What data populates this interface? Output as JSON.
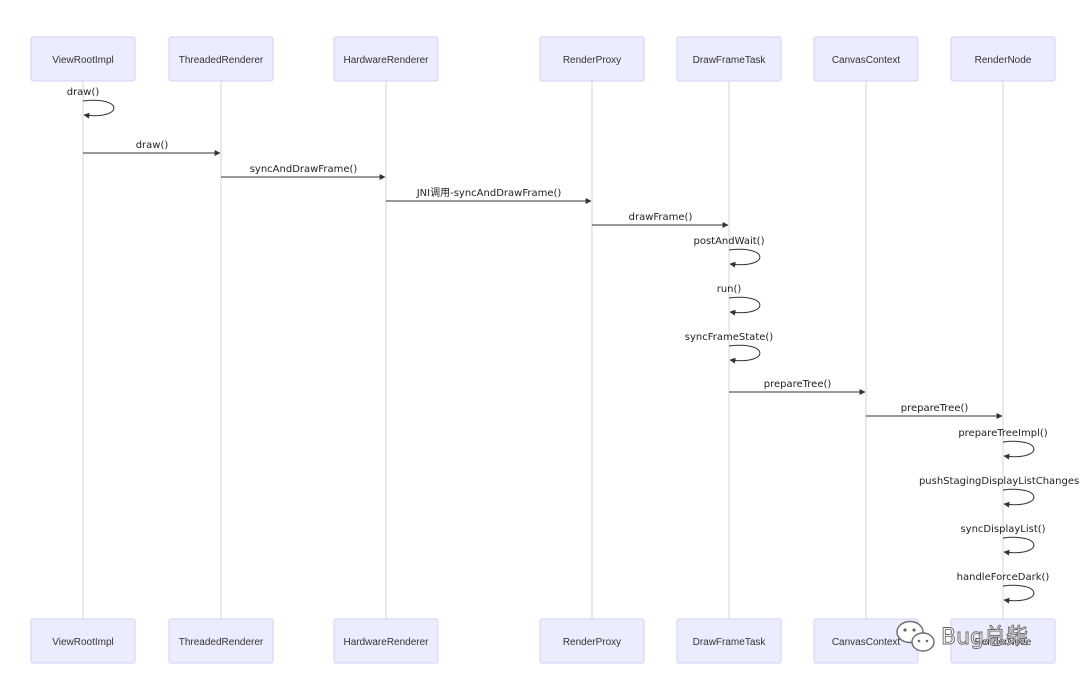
{
  "participants": [
    "ViewRootImpl",
    "ThreadedRenderer",
    "HardwareRenderer",
    "RenderProxy",
    "DrawFrameTask",
    "CanvasContext",
    "RenderNode"
  ],
  "messages": [
    {
      "from": "ViewRootImpl",
      "to": "ViewRootImpl",
      "label": "draw()"
    },
    {
      "from": "ViewRootImpl",
      "to": "ThreadedRenderer",
      "label": "draw()"
    },
    {
      "from": "ThreadedRenderer",
      "to": "HardwareRenderer",
      "label": "syncAndDrawFrame()"
    },
    {
      "from": "HardwareRenderer",
      "to": "RenderProxy",
      "label": "JNI调用-syncAndDrawFrame()"
    },
    {
      "from": "RenderProxy",
      "to": "DrawFrameTask",
      "label": "drawFrame()"
    },
    {
      "from": "DrawFrameTask",
      "to": "DrawFrameTask",
      "label": "postAndWait()"
    },
    {
      "from": "DrawFrameTask",
      "to": "DrawFrameTask",
      "label": "run()"
    },
    {
      "from": "DrawFrameTask",
      "to": "DrawFrameTask",
      "label": "syncFrameState()"
    },
    {
      "from": "DrawFrameTask",
      "to": "CanvasContext",
      "label": "prepareTree()"
    },
    {
      "from": "CanvasContext",
      "to": "RenderNode",
      "label": "prepareTree()"
    },
    {
      "from": "RenderNode",
      "to": "RenderNode",
      "label": "prepareTreeImpl()"
    },
    {
      "from": "RenderNode",
      "to": "RenderNode",
      "label": "pushStagingDisplayListChanges()"
    },
    {
      "from": "RenderNode",
      "to": "RenderNode",
      "label": "syncDisplayList()"
    },
    {
      "from": "RenderNode",
      "to": "RenderNode",
      "label": "handleForceDark()"
    }
  ],
  "watermark": {
    "text": "Bug总柴",
    "icon": "wechat-icon"
  }
}
